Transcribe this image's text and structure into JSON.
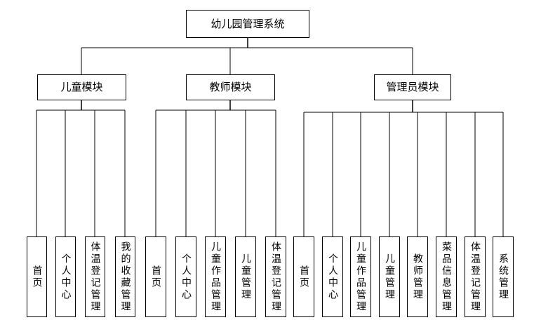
{
  "root": {
    "label": "幼儿园管理系统"
  },
  "modules": [
    {
      "label": "儿童模块",
      "children": [
        "首页",
        "个人中心",
        "体温登记管理",
        "我的收藏管理"
      ]
    },
    {
      "label": "教师模块",
      "children": [
        "首页",
        "个人中心",
        "儿童作品管理",
        "儿童管理",
        "体温登记管理"
      ]
    },
    {
      "label": "管理员模块",
      "children": [
        "首页",
        "个人中心",
        "儿童作品管理",
        "儿童管理",
        "教师管理",
        "菜品信息管理",
        "体温登记管理",
        "系统管理"
      ]
    }
  ]
}
